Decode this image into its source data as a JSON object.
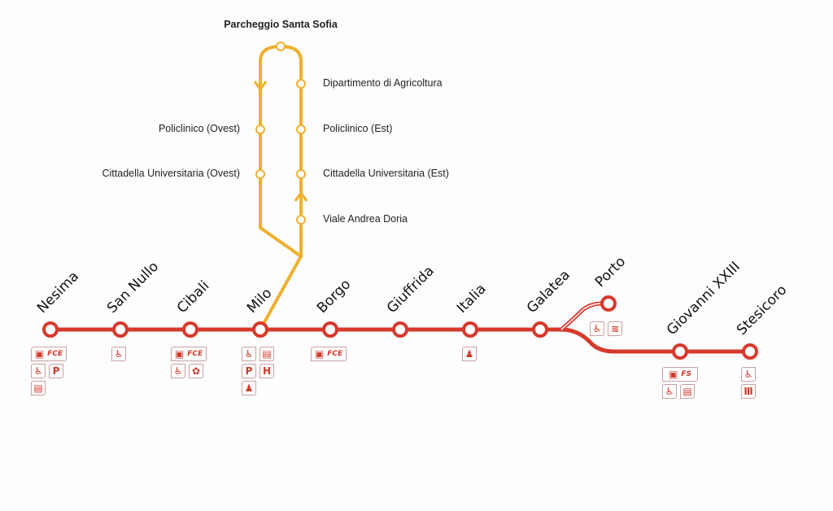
{
  "colors": {
    "red_line": "#d63a2c",
    "yellow_line": "#efb02f"
  },
  "red_line": {
    "stations": [
      {
        "name": "Nesima",
        "icons": [
          [
            "train",
            "fce"
          ],
          [
            "wheelchair",
            "parking"
          ],
          [
            "bus"
          ]
        ]
      },
      {
        "name": "San Nullo",
        "icons": [
          [
            "wheelchair"
          ]
        ]
      },
      {
        "name": "Cibali",
        "icons": [
          [
            "train",
            "fce"
          ],
          [
            "wheelchair",
            "flower"
          ]
        ]
      },
      {
        "name": "Milo",
        "icons": [
          [
            "wheelchair",
            "bus"
          ],
          [
            "parking",
            "hospital"
          ],
          [
            "university"
          ]
        ]
      },
      {
        "name": "Borgo",
        "icons": [
          [
            "train",
            "fce"
          ]
        ]
      },
      {
        "name": "Giuffrida",
        "icons": []
      },
      {
        "name": "Italia",
        "icons": [
          [
            "university"
          ]
        ]
      },
      {
        "name": "Galatea",
        "icons": []
      },
      {
        "name": "Porto",
        "icons": [
          [
            "wheelchair",
            "ship"
          ]
        ]
      },
      {
        "name": "Giovanni XXIII",
        "icons": [
          [
            "train",
            "fs"
          ],
          [
            "wheelchair",
            "bus"
          ]
        ]
      },
      {
        "name": "Stesicoro",
        "icons": [
          [
            "wheelchair"
          ],
          [
            "museum"
          ]
        ]
      }
    ]
  },
  "yellow_line": {
    "stations": [
      {
        "name": "Parcheggio Santa Sofia"
      },
      {
        "name": "Dipartimento di Agricoltura"
      },
      {
        "name": "Policlinico (Ovest)"
      },
      {
        "name": "Policlinico (Est)"
      },
      {
        "name": "Cittadella Universitaria (Ovest)"
      },
      {
        "name": "Cittadella Universitaria (Est)"
      },
      {
        "name": "Viale Andrea Doria"
      }
    ]
  },
  "icon_glyphs": {
    "train": "▣",
    "fce": "FCE",
    "fs": "FS",
    "wheelchair": "♿",
    "parking": "P",
    "hospital": "H",
    "bus": "▤",
    "university": "♟",
    "flower": "✿",
    "ship": "≋",
    "museum": "Ⅲ"
  }
}
